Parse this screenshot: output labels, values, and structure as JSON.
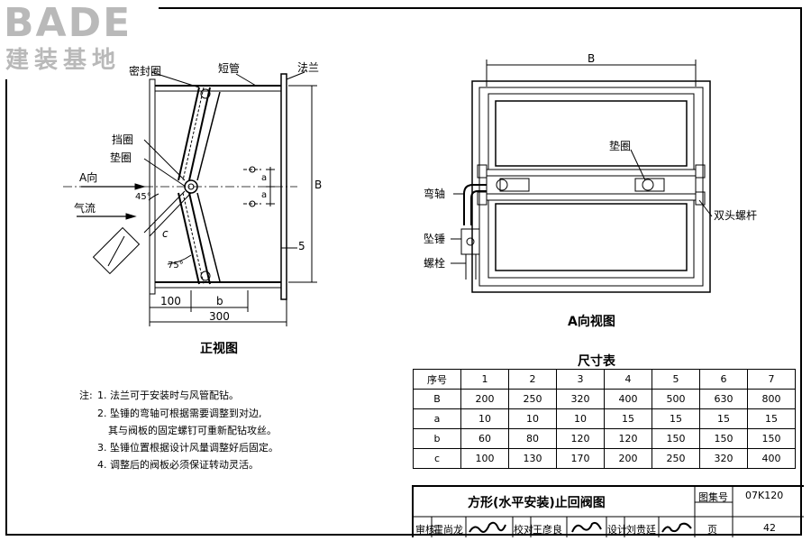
{
  "logo": {
    "brand": "BADE",
    "subtitle": "建装基地"
  },
  "front_view": {
    "title": "正视图",
    "labels": {
      "seal_ring": "密封圈",
      "short_pipe": "短管",
      "flange": "法兰",
      "stop_ring": "挡圈",
      "gasket": "垫圈",
      "direction_a": "A向",
      "airflow": "气流",
      "angle_45": "45°",
      "angle_75": "75°",
      "dim_c": "c",
      "dim_a1": "a",
      "dim_a2": "a",
      "dim_b_height": "B",
      "dim_5": "5",
      "dim_100": "100",
      "dim_b": "b",
      "dim_300": "300"
    }
  },
  "a_view": {
    "title": "A向视图",
    "labels": {
      "dim_B": "B",
      "gasket": "垫圈",
      "bent_shaft": "弯轴",
      "weight": "坠锤",
      "bolt": "螺栓",
      "double_end_bolt": "双头螺杆"
    }
  },
  "notes": {
    "prefix": "注:",
    "items": [
      "1. 法兰可于安装时与风管配钻。",
      "2. 坠锤的弯轴可根据需要调整到对边,",
      "其与阀板的固定螺钉可重新配钻攻丝。",
      "3. 坠锤位置根据设计风量调整好后固定。",
      "4. 调整后的阀板必须保证转动灵活。"
    ]
  },
  "dimension_table": {
    "title": "尺寸表",
    "header_label": "序号",
    "columns": [
      "1",
      "2",
      "3",
      "4",
      "5",
      "6",
      "7"
    ],
    "rows": [
      {
        "label": "B",
        "values": [
          "200",
          "250",
          "320",
          "400",
          "500",
          "630",
          "800"
        ]
      },
      {
        "label": "a",
        "values": [
          "10",
          "10",
          "10",
          "15",
          "15",
          "15",
          "15"
        ]
      },
      {
        "label": "b",
        "values": [
          "60",
          "80",
          "120",
          "120",
          "150",
          "150",
          "150"
        ]
      },
      {
        "label": "c",
        "values": [
          "100",
          "130",
          "170",
          "200",
          "250",
          "320",
          "400"
        ]
      }
    ]
  },
  "title_block": {
    "drawing_title": "方形(水平安装)止回阀图",
    "atlas_label": "图集号",
    "atlas_no": "07K120",
    "review_label": "审核",
    "reviewer": "霍尚龙",
    "check_label": "校对",
    "checker": "王彦良",
    "design_label": "设计",
    "designer": "刘贵廷",
    "page_label": "页",
    "page_no": "42"
  }
}
